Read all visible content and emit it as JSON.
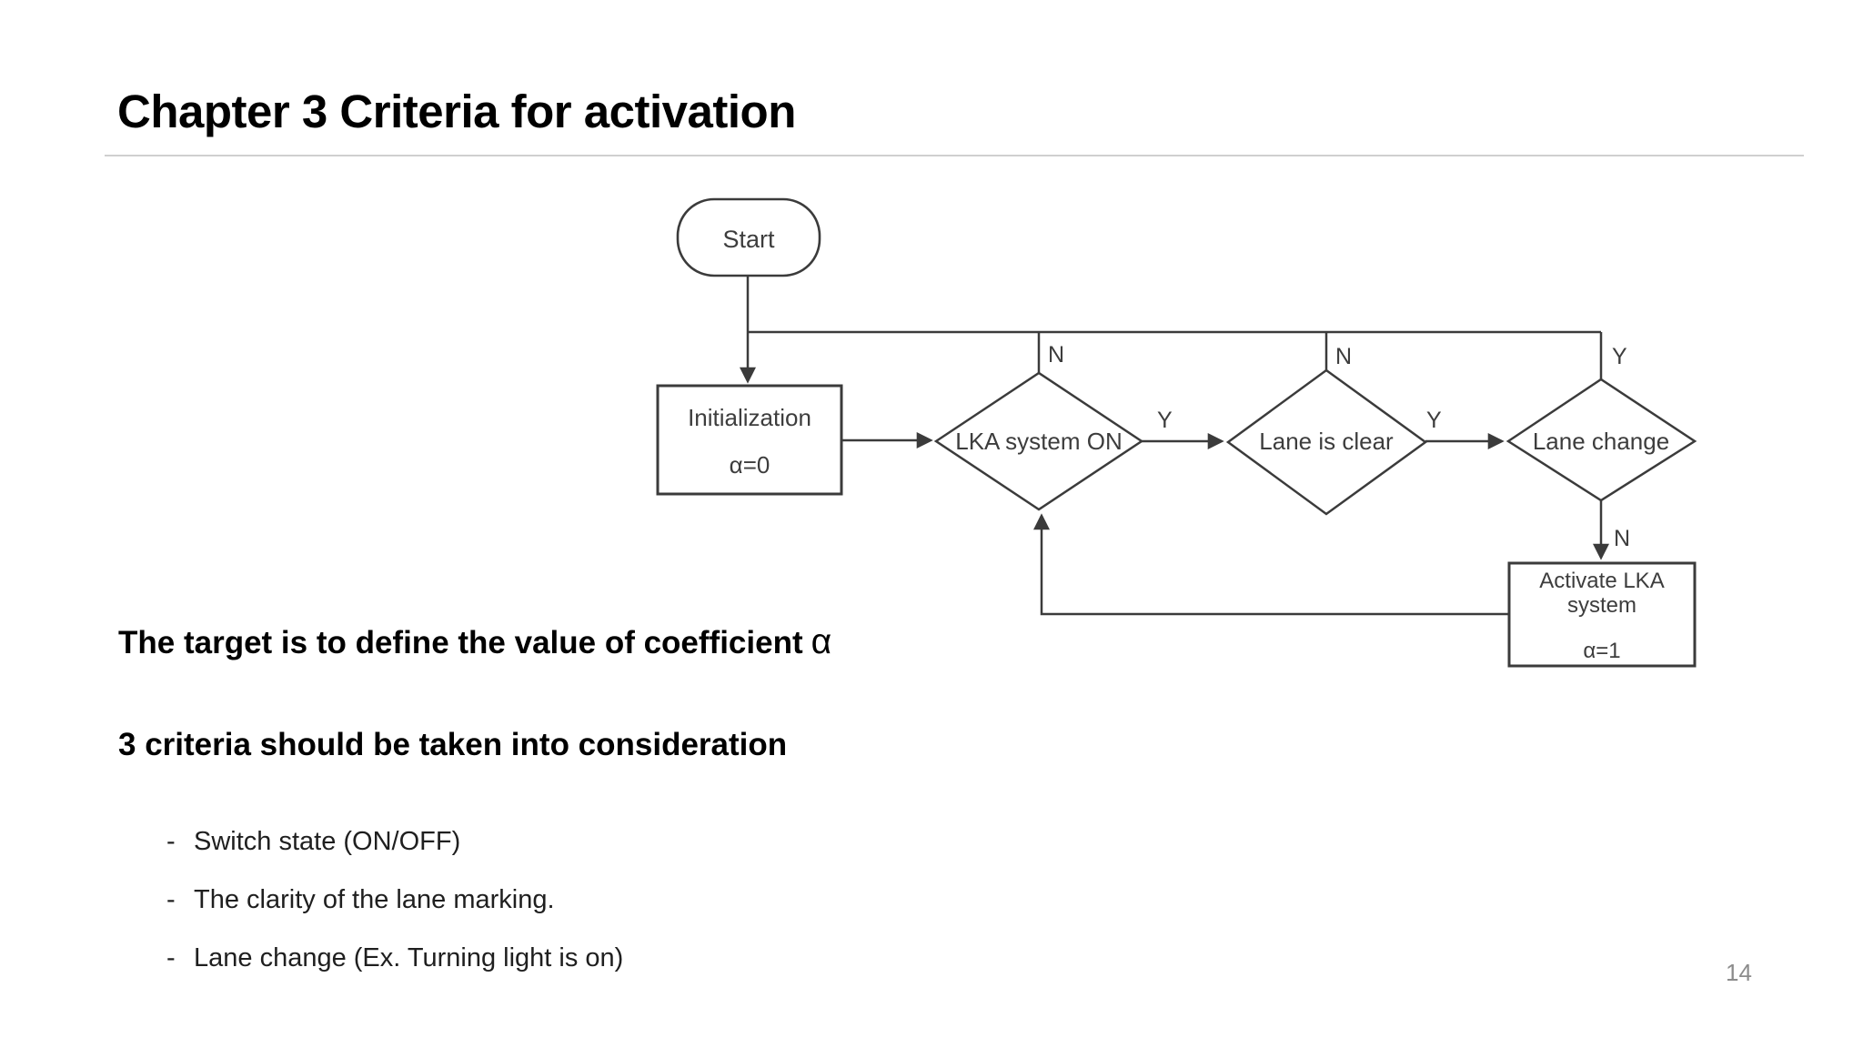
{
  "slide": {
    "title": "Chapter 3 Criteria for activation",
    "page_number": "14"
  },
  "flowchart": {
    "nodes": {
      "start": "Start",
      "init_line1": "Initialization",
      "init_line2": "α=0",
      "lka": "LKA system ON",
      "lane_clear": "Lane is clear",
      "lane_change": "Lane change",
      "activate_line1": "Activate LKA",
      "activate_line2": "system",
      "activate_line3": "α=1"
    },
    "labels": {
      "lka_n": "N",
      "lane_clear_n": "N",
      "lane_change_y": "Y",
      "lka_y": "Y",
      "lane_clear_y": "Y",
      "lane_change_n": "N"
    },
    "colors": {
      "stroke": "#3b3b3b",
      "text": "#3d3d3d"
    }
  },
  "body": {
    "target_statement": {
      "text": "The target is to define the value of coefficient",
      "alpha": "α"
    },
    "criteria_heading": "3 criteria should be taken into consideration",
    "bullets": [
      {
        "marker": "-",
        "text": "Switch state (ON/OFF)"
      },
      {
        "marker": "-",
        "text": "The clarity of the lane marking."
      },
      {
        "marker": "-",
        "text": "Lane change (Ex. Turning light is on)"
      }
    ]
  }
}
